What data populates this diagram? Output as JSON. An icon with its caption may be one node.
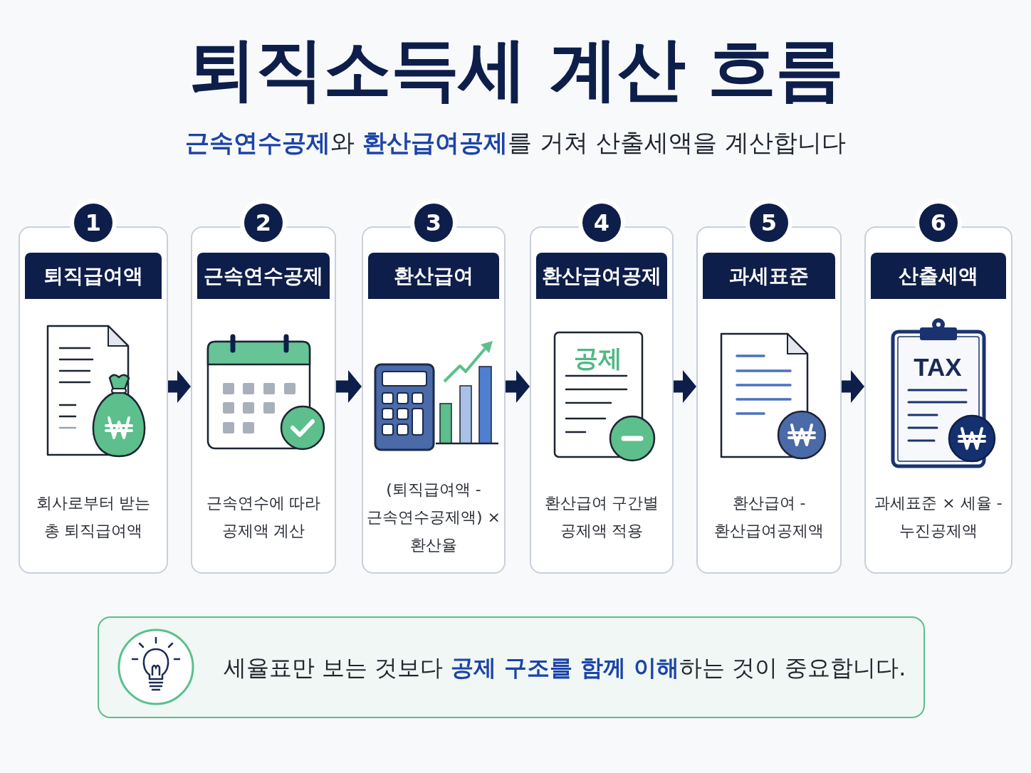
{
  "diagram": {
    "title": "퇴직소득세 계산 흐름",
    "nodes": [
      {
        "text": [
          "1",
          "퇴직급여액",
          "회사로부터 받는 총 퇴직급여액"
        ]
      },
      {
        "text": [
          "2",
          "근속연수공제",
          "근속연수에 따라 공제액 계산"
        ]
      },
      {
        "text": [
          "3",
          "환산급여",
          "(퇴직급여액 - 근속연수공제액) × 환산율"
        ]
      },
      {
        "text": [
          "4",
          "환산급여공제",
          "공제",
          "환산급여 구간별 공제액 적용"
        ]
      },
      {
        "text": [
          "5",
          "과세표준",
          "환산급여 - 환산급여공제액"
        ]
      },
      {
        "text": [
          "6",
          "산출세액",
          "TAX",
          "과세표준 × 세율 - 누진공제액"
        ]
      },
      {
        "text": [
          "세율표만 보는 것보다 **공제 구조를 함께 이해**하는 것이 중요합니다."
        ]
      }
    ],
    "edges": [
      {
        "from": 0,
        "to": 1,
        "arrow": "to"
      },
      {
        "from": 1,
        "to": 2,
        "arrow": "to"
      },
      {
        "from": 2,
        "to": 3,
        "arrow": "to"
      },
      {
        "from": 3,
        "to": 4,
        "arrow": "to"
      },
      {
        "from": 4,
        "to": 5,
        "arrow": "to"
      }
    ],
    "labels": [
      "**근속연수공제**와 **환산급여공제**를 거쳐 산출세액을 계산합니다"
    ]
  }
}
